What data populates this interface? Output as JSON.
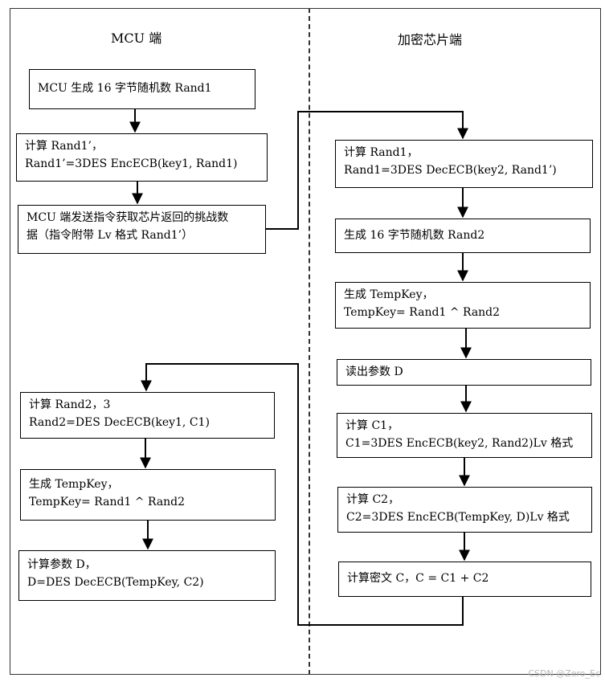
{
  "columns": {
    "left_title": "MCU 端",
    "right_title": "加密芯片端"
  },
  "mcu_steps": {
    "gen_rand1": [
      "MCU 生成 16 字节随机数 Rand1"
    ],
    "calc_rand1p": [
      "计算 Rand1’，",
      "Rand1’=3DES EncECB(key1, Rand1)"
    ],
    "send_cmd": [
      "MCU 端发送指令获取芯片返回的挑战数",
      "据（指令附带 Lv 格式 Rand1’）"
    ],
    "calc_rand2": [
      "计算 Rand2，3",
      "Rand2=DES DecECB(key1, C1)"
    ],
    "gen_tempkey": [
      "生成 TempKey，",
      "TempKey= Rand1 ^ Rand2"
    ],
    "calc_d": [
      "计算参数 D，",
      "D=DES DecECB(TempKey, C2)"
    ]
  },
  "chip_steps": {
    "calc_rand1": [
      "计算 Rand1，",
      "Rand1=3DES DecECB(key2, Rand1’)"
    ],
    "gen_rand2": [
      "生成 16 字节随机数 Rand2"
    ],
    "gen_tempkey": [
      "生成 TempKey，",
      "TempKey= Rand1 ^ Rand2"
    ],
    "read_d": [
      "读出参数 D"
    ],
    "calc_c1": [
      "计算 C1，",
      "C1=3DES EncECB(key2, Rand2)Lv 格式"
    ],
    "calc_c2": [
      "计算 C2，",
      "C2=3DES EncECB(TempKey, D)Lv 格式"
    ],
    "calc_c": [
      "计算密文 C，C = C1 + C2"
    ]
  },
  "colors": {
    "line": "#000000",
    "border": "#000000",
    "divider": "#333333",
    "watermark": "#b8b8b8"
  },
  "watermark": "CSDN @Zero_Ec"
}
